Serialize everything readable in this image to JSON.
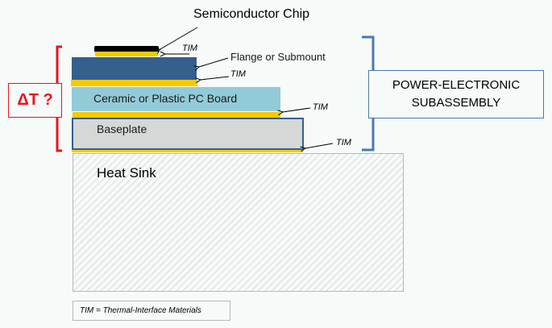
{
  "diagram": {
    "title": "Semiconductor Chip",
    "layers": {
      "flange_label": "Flange or Submount",
      "ceramic_label": "Ceramic or Plastic PC Board",
      "baseplate_label": "Baseplate",
      "heatsink_label": "Heat Sink"
    },
    "tim_labels": [
      "TIM",
      "TIM",
      "TIM",
      "TIM"
    ],
    "delta_t_label": "ΔT ?",
    "subassembly_label": [
      "POWER-ELECTRONIC",
      "SUBASSEMBLY"
    ],
    "legend": "TIM = Thermal-Interface Materials",
    "colors": {
      "chip": "#000000",
      "tim": "#f8c800",
      "flange": "#355f8d",
      "ceramic": "#92cbd8",
      "baseplate": "#d6d8d7",
      "delta_t": "#e8141c",
      "subassembly_bracket": "#4a78b0"
    }
  }
}
